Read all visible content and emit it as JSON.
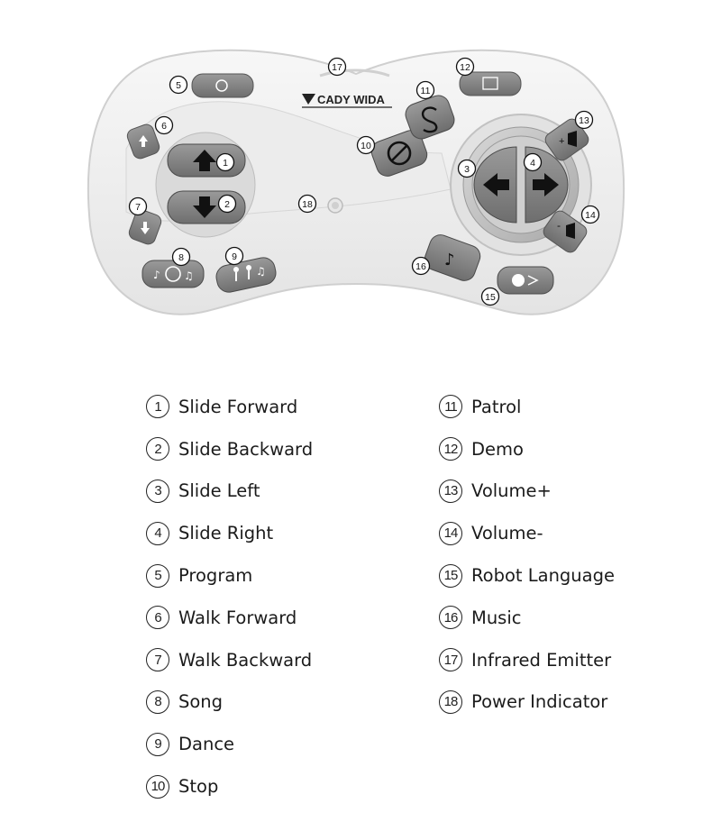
{
  "brand": "CADY WIDA",
  "legend": {
    "left": [
      {
        "num": "1",
        "label": "Slide Forward"
      },
      {
        "num": "2",
        "label": "Slide Backward"
      },
      {
        "num": "3",
        "label": "Slide Left"
      },
      {
        "num": "4",
        "label": "Slide Right"
      },
      {
        "num": "5",
        "label": "Program"
      },
      {
        "num": "6",
        "label": "Walk Forward"
      },
      {
        "num": "7",
        "label": "Walk Backward"
      },
      {
        "num": "8",
        "label": "Song"
      },
      {
        "num": "9",
        "label": "Dance"
      },
      {
        "num": "10",
        "label": "Stop"
      }
    ],
    "right": [
      {
        "num": "11",
        "label": "Patrol"
      },
      {
        "num": "12",
        "label": "Demo"
      },
      {
        "num": "13",
        "label": "Volume+"
      },
      {
        "num": "14",
        "label": "Volume-"
      },
      {
        "num": "15",
        "label": "Robot Language"
      },
      {
        "num": "16",
        "label": "Music"
      },
      {
        "num": "17",
        "label": "Infrared Emitter"
      },
      {
        "num": "18",
        "label": "Power Indicator"
      }
    ]
  },
  "callouts": [
    "1",
    "2",
    "3",
    "4",
    "5",
    "6",
    "7",
    "8",
    "9",
    "10",
    "11",
    "12",
    "13",
    "14",
    "15",
    "16",
    "17",
    "18"
  ]
}
